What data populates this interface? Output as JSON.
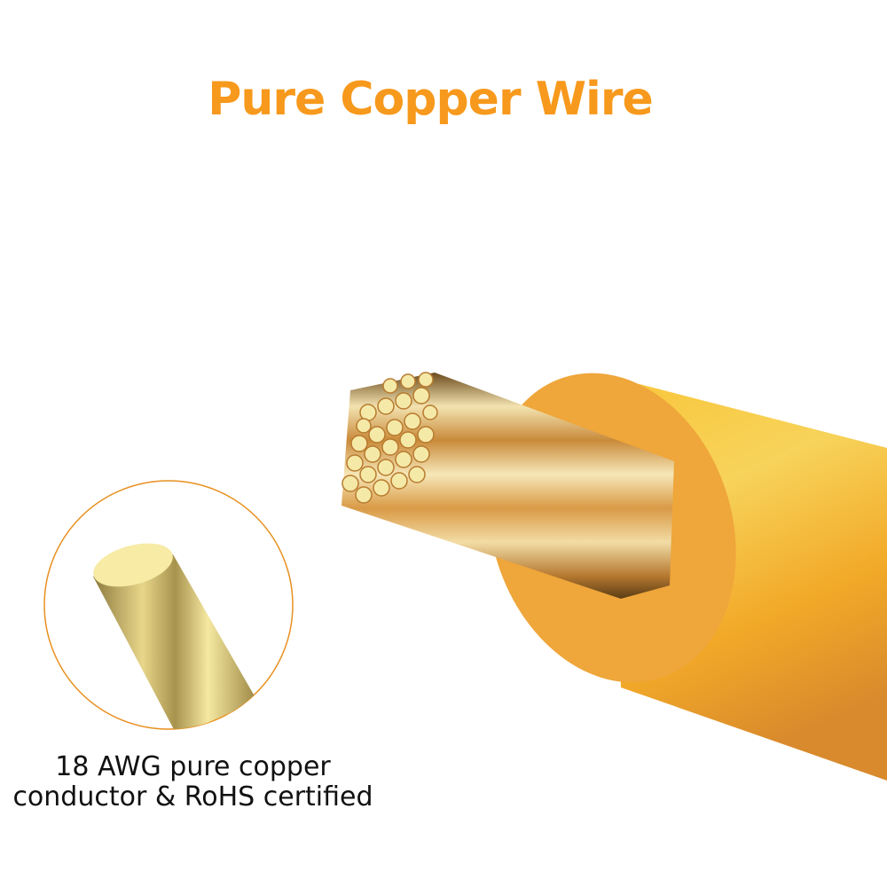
{
  "header": {
    "title": "Pure Copper Wire"
  },
  "inset": {
    "caption_line1": "18 AWG pure copper",
    "caption_line2": "conductor & RoHS certified"
  },
  "colors": {
    "accent": "#F7991C",
    "circle_border": "#E8901F",
    "insulation": "#F5B12B",
    "insulation_face": "#EFA63A",
    "copper": "#D89548",
    "strand_tip": "#F5E9A8",
    "text": "#111111"
  }
}
